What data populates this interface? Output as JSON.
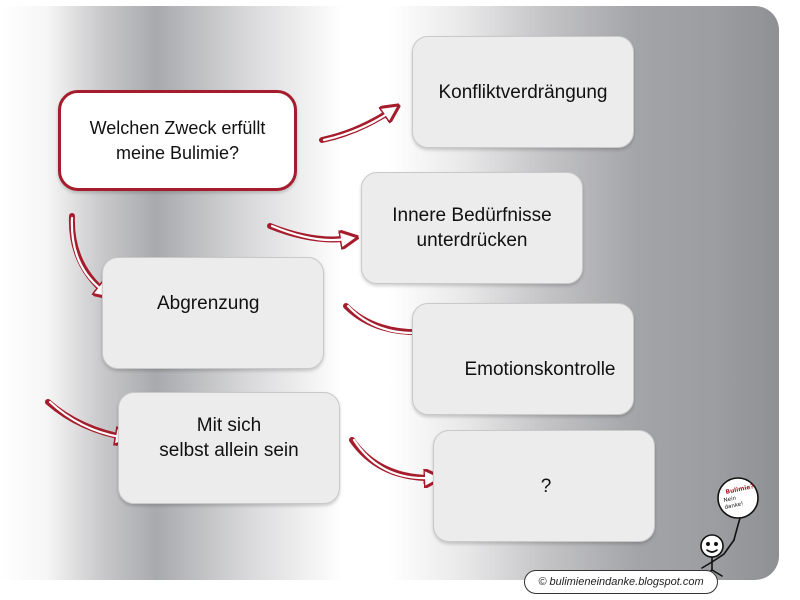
{
  "question": "Welchen Zweck erfüllt\nmeine Bulimie?",
  "answers": {
    "konfliktverdraengung": "Konfliktverdrängung",
    "beduerfnisse": "Innere Bedürfnisse\nunterdrücken",
    "abgrenzung": "Abgrenzung",
    "emotionskontrolle": "Emotionskontrolle",
    "allein": "Mit sich\nselbst allein sein",
    "unknown": "?"
  },
  "credit": "© bulimieneindanke.blogspot.com",
  "logo_text": "Bulimie? Nein danke!",
  "colors": {
    "accent": "#a51d2d",
    "box_fill": "#ececec",
    "question_fill": "#ffffff"
  }
}
